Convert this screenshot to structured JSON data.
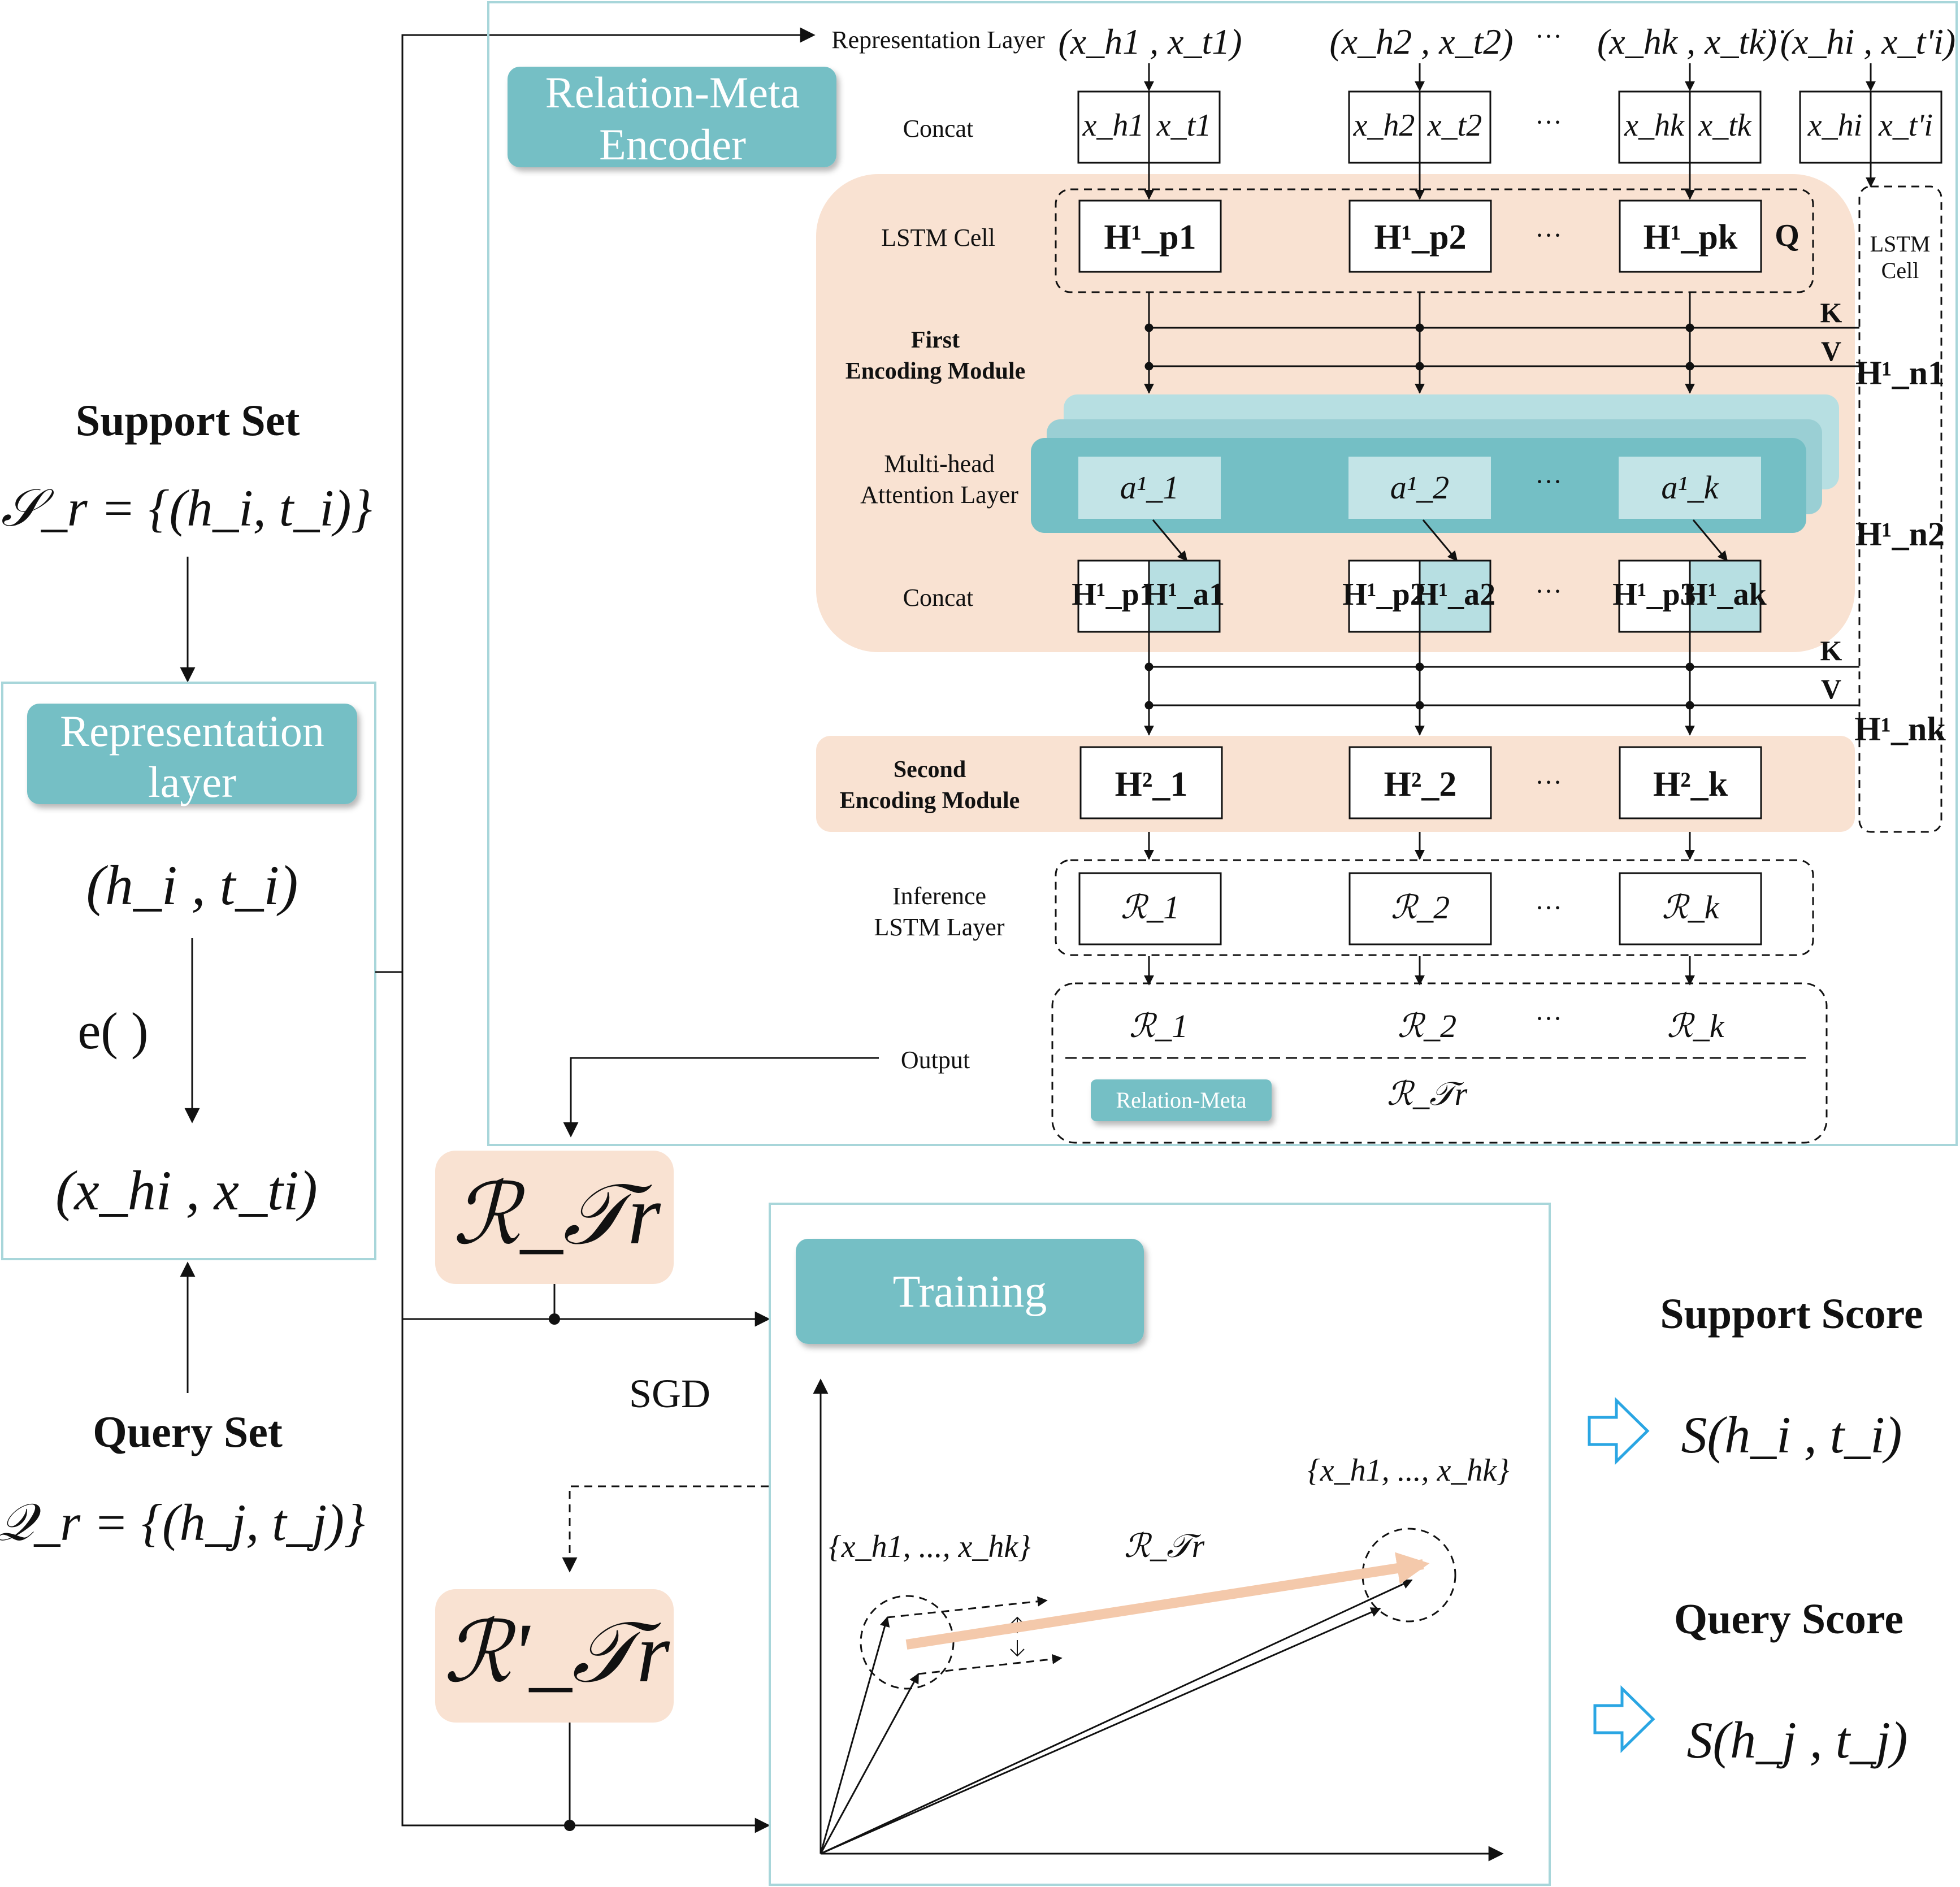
{
  "left": {
    "support_title": "Support Set",
    "support_formula": "𝒮_r = {(h_i, t_i)}",
    "rep_badge_line1": "Representation",
    "rep_badge_line2": "layer",
    "pair_hiti": "(h_i , t_i)",
    "embed_fn": "e(   )",
    "pair_xhxt": "(x_hi , x_ti)",
    "query_title": "Query Set",
    "query_formula": "𝒬_r = {(h_j, t_j)}"
  },
  "encoder": {
    "badge_line1": "Relation-Meta",
    "badge_line2": "Encoder",
    "row_labels": {
      "representation": "Representation Layer",
      "concat1": "Concat",
      "lstm": "LSTM Cell",
      "first_l1": "First",
      "first_l2": "Encoding Module",
      "mha_l1": "Multi-head",
      "mha_l2": "Attention Layer",
      "concat2": "Concat",
      "second_l1": "Second",
      "second_l2": "Encoding Module",
      "inference_l1": "Inference",
      "inference_l2": "LSTM Layer",
      "output": "Output"
    },
    "tuples": [
      "(x_h1 , x_t1)",
      "(x_h2 , x_t2)",
      "(x_hk , x_tk)",
      "(x_hi , x_t'i)"
    ],
    "concat_cells": [
      [
        "x_h1",
        "x_t1"
      ],
      [
        "x_h2",
        "x_t2"
      ],
      [
        "x_hk",
        "x_tk"
      ],
      [
        "x_hi",
        "x_t'i"
      ]
    ],
    "lstm_cells": [
      "H¹_p1",
      "H¹_p2",
      "H¹_pk"
    ],
    "q_label": "Q",
    "k_label": "K",
    "v_label": "V",
    "right_lstm_l1": "LSTM",
    "right_lstm_l2": "Cell",
    "neg_states": [
      "H¹_n1",
      "H¹_n2",
      "H¹_nk"
    ],
    "attention": [
      "a¹_1",
      "a¹_2",
      "a¹_k"
    ],
    "concat2_cells": [
      [
        "H¹_p1",
        "H¹_a1"
      ],
      [
        "H¹_p2",
        "H¹_a2"
      ],
      [
        "H¹_p3",
        "H¹_ak"
      ]
    ],
    "second_cells": [
      "H²_1",
      "H²_2",
      "H²_k"
    ],
    "inference_cells": [
      "ℛ_1",
      "ℛ_2",
      "ℛ_k"
    ],
    "output_cells": [
      "ℛ_1",
      "ℛ_2",
      "ℛ_k"
    ],
    "output_meta_badge": "Relation-Meta",
    "output_meta": "ℛ_𝒯r",
    "ellipsis": "···"
  },
  "middle": {
    "relation_meta": "ℛ_𝒯r",
    "relation_meta_updated": "ℛ'_𝒯r",
    "sgd": "SGD"
  },
  "training": {
    "badge": "Training",
    "cluster_left": "{x_h1, ..., x_hk}",
    "cluster_right": "{x_h1, ..., x_hk}",
    "vector_label": "ℛ_𝒯r"
  },
  "scores": {
    "support_title": "Support Score",
    "support_symbol": "S(h_i , t_i)",
    "query_title": "Query Score",
    "query_symbol": "S(h_j , t_j)"
  },
  "colors": {
    "teal": "#74bfc5",
    "teal_light": "#b7dfe2",
    "peach": "#f9e2d2",
    "frame": "#a8d6da",
    "arrow_peach": "#f4c9ab",
    "score_arrow": "#2aa6e3"
  }
}
